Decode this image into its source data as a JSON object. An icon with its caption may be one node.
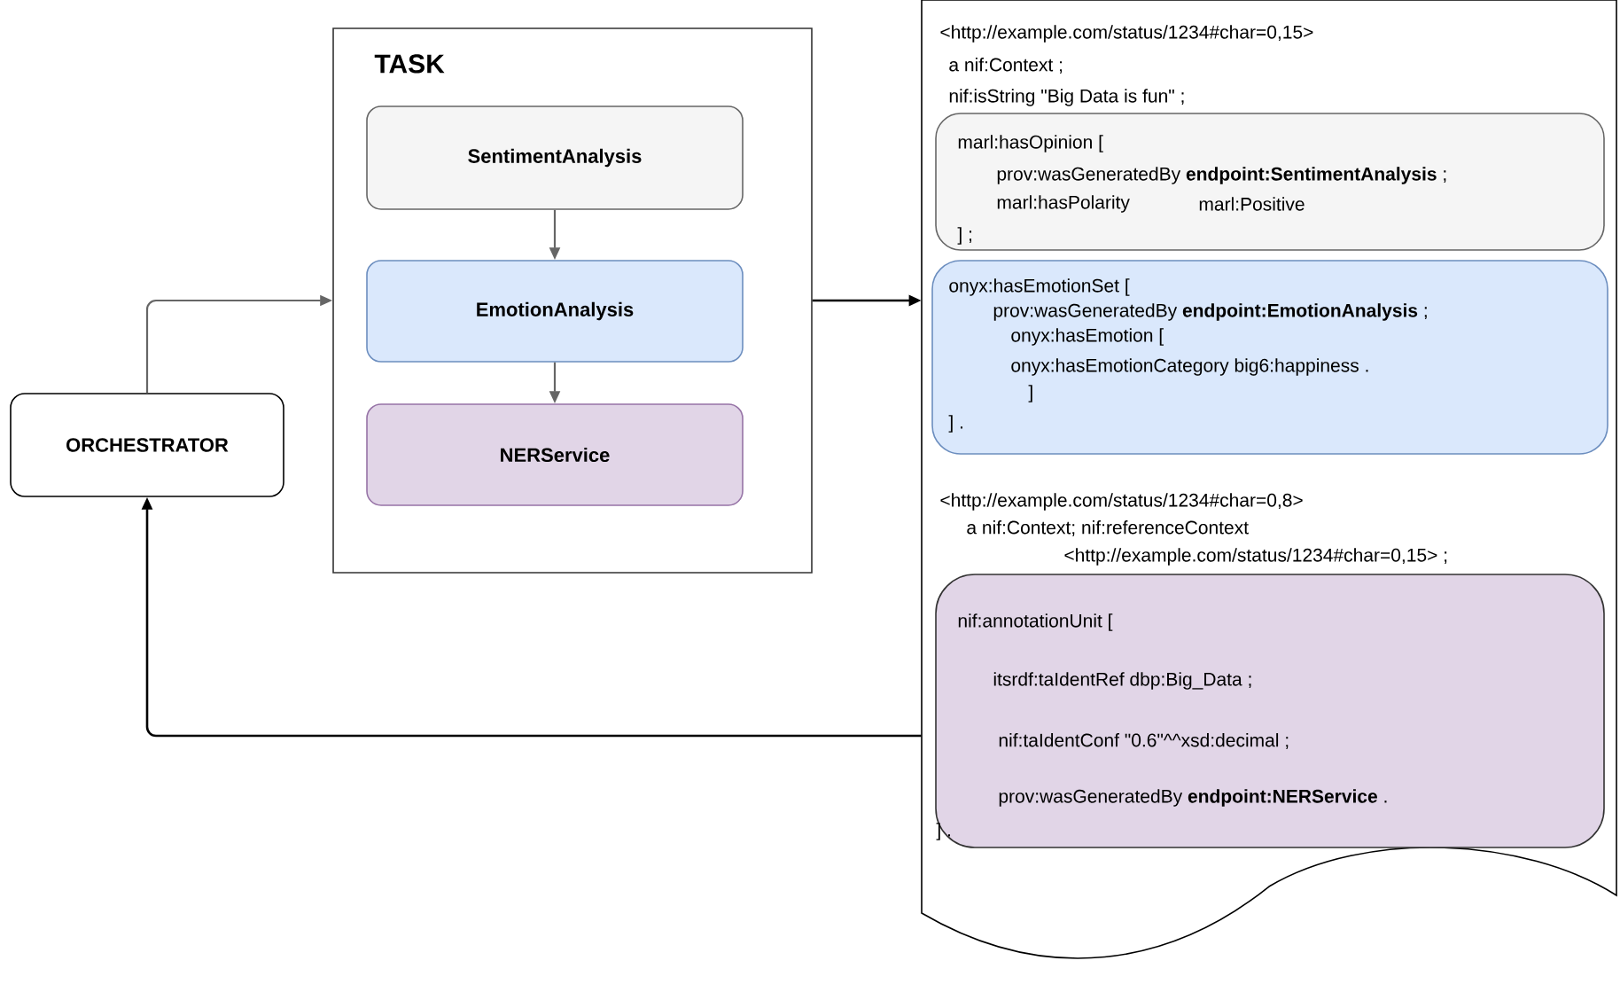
{
  "diagram": {
    "nodes": [
      {
        "text": [
          "ORCHESTRATOR"
        ]
      },
      {
        "text": [
          "TASK"
        ]
      },
      {
        "text": [
          "SentimentAnalysis"
        ],
        "in": 1
      },
      {
        "text": [
          "EmotionAnalysis"
        ],
        "in": 1
      },
      {
        "text": [
          "NERService"
        ],
        "in": 1
      },
      {
        "text": [
          "<http://example.com/status/1234#char=0,15>",
          "a nif:Context ;",
          "nif:isString \"Big Data is fun\" ;",
          "<http://example.com/status/1234#char=0,8>",
          "a nif:Context; nif:referenceContext",
          "<http://example.com/status/1234#char=0,15> ;"
        ]
      },
      {
        "text": [
          "marl:hasOpinion [",
          "prov:wasGeneratedBy **endpoint:SentimentAnalysis** ;",
          "marl:hasPolarity",
          "marl:Positive",
          "] ;"
        ],
        "in": 5
      },
      {
        "text": [
          "onyx:hasEmotionSet [",
          "prov:wasGeneratedBy **endpoint:EmotionAnalysis** ;",
          "onyx:hasEmotion [",
          "onyx:hasEmotionCategory big6:happiness .",
          "]",
          "] ."
        ],
        "in": 5
      },
      {
        "text": [
          "nif:annotationUnit [",
          "itsrdf:taIdentRef dbp:Big_Data ;",
          "nif:taIdentConf \"0.6\"^^xsd:decimal ;",
          "prov:wasGeneratedBy **endpoint:NERService** .",
          "] ."
        ],
        "in": 5
      }
    ],
    "edges": [
      {
        "from": 0,
        "to": 1,
        "arrow": "to"
      },
      {
        "from": 2,
        "to": 3,
        "arrow": "to"
      },
      {
        "from": 3,
        "to": 4,
        "arrow": "to"
      },
      {
        "from": 1,
        "to": 5,
        "arrow": "to",
        "color": "#000000"
      },
      {
        "from": 5,
        "to": 0,
        "arrow": "to",
        "color": "#000000"
      }
    ]
  }
}
